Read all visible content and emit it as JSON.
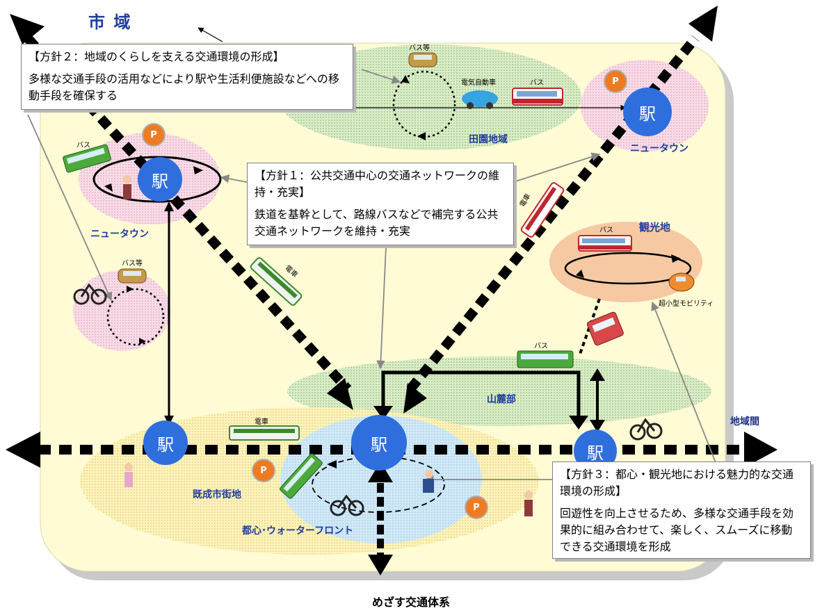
{
  "diagram": {
    "city_label": "市 域",
    "inter_region_label": "地域間",
    "caption": "めざす交通体系",
    "areas": {
      "rural": "田園地域",
      "newtown_left": "ニュータウン",
      "newtown_right": "ニュータウン",
      "tourist": "観光地",
      "foothill": "山麓部",
      "existing_urban": "既成市街地",
      "downtown": "都心･ウォーターフロント"
    },
    "station_label": "駅",
    "parking_label": "P",
    "vehicles": {
      "bus": "バス",
      "bus_etc": "バス等",
      "train": "電車",
      "ev": "電気自動車",
      "micro_mobility": "超小型モビリティ"
    },
    "policy1": {
      "title": "【方針１：公共交通中心の交通ネットワークの維持・充実】",
      "body": "鉄道を基幹として、路線バスなどで補完する公共交通ネットワークを維持・充実"
    },
    "policy2": {
      "title": "【方針２：地域のくらしを支える交通環境の形成】",
      "body": "多様な交通手段の活用などにより駅や生活利便施設などへの移動手段を確保する"
    },
    "policy3": {
      "title": "【方針３：都心・観光地における魅力的な交通環境の形成】",
      "body": "回遊性を向上させるため、多様な交通手段を効果的に組み合わせて、楽しく、スムーズに移動できる交通環境を形成"
    }
  },
  "colors": {
    "city_fill": "#fffbd4",
    "station": "#2f6fdd",
    "parking": "#ee7b22",
    "rural_zone": "#cfe4b8",
    "newtown_zone": "#f2c8d8",
    "tourist_zone": "#f3bf95",
    "downtown_zone": "#c7e3f6",
    "label_blue": "#1f3d9c"
  }
}
